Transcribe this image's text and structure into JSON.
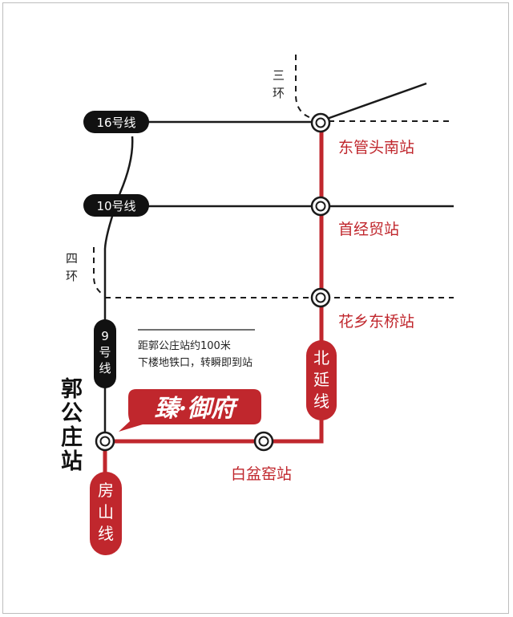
{
  "colors": {
    "accent_red": "#c0272d",
    "line_black": "#1a1a1a",
    "pill_black": "#111111"
  },
  "lines": {
    "line16": "16号线",
    "line10": "10号线",
    "line9": [
      "9",
      "号",
      "线"
    ],
    "north_ext": [
      "北",
      "延",
      "线"
    ],
    "fangshan": [
      "房",
      "山",
      "线"
    ]
  },
  "rings": {
    "third": [
      "三",
      "环"
    ],
    "fourth": [
      "四",
      "环"
    ]
  },
  "stations": {
    "dongguantounan": "东管头南站",
    "shoujingmao": "首经贸站",
    "huaxiangdongqiao": "花乡东桥站",
    "baipenyao": "白盆窑站",
    "guogongzhuang": [
      "郭",
      "公",
      "庄",
      "站"
    ]
  },
  "note": {
    "line1": "距郭公庄站约100米",
    "line2": "下楼地铁口，转瞬即到站"
  },
  "brand": {
    "name": "臻·御府"
  },
  "icons": {
    "station": "station-ring-icon"
  }
}
